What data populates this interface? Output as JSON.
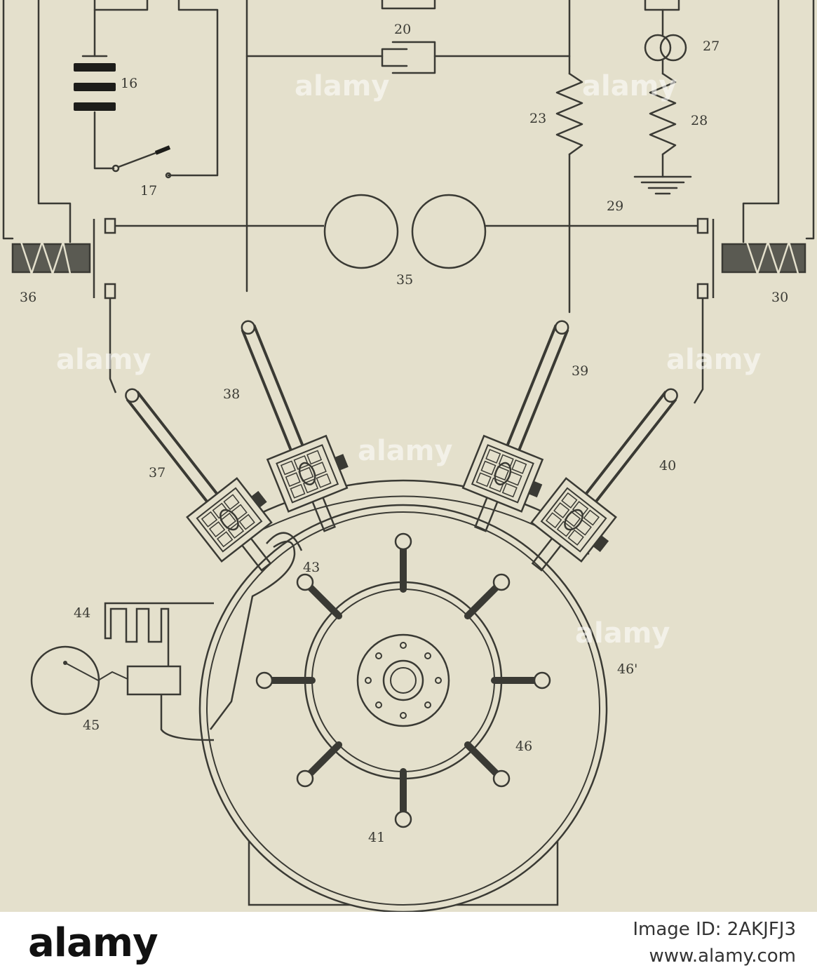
{
  "colors": {
    "background": "#e4e0cc",
    "ink": "#3a3a34",
    "footer": "#ffffff"
  },
  "labels": {
    "l16": "16",
    "l17": "17",
    "l20": "20",
    "l23": "23",
    "l27": "27",
    "l28": "28",
    "l29": "29",
    "l30": "30",
    "l35": "35",
    "l36": "36",
    "l37": "37",
    "l38": "38",
    "l39": "39",
    "l40": "40",
    "l41": "41",
    "l43": "43",
    "l44": "44",
    "l45": "45",
    "l46": "46",
    "l46b": "46'"
  },
  "watermark": {
    "text": "alamy"
  },
  "footer": {
    "logo": "alamy",
    "code": "Image ID: 2AKJFJ3",
    "url": "www.alamy.com"
  }
}
